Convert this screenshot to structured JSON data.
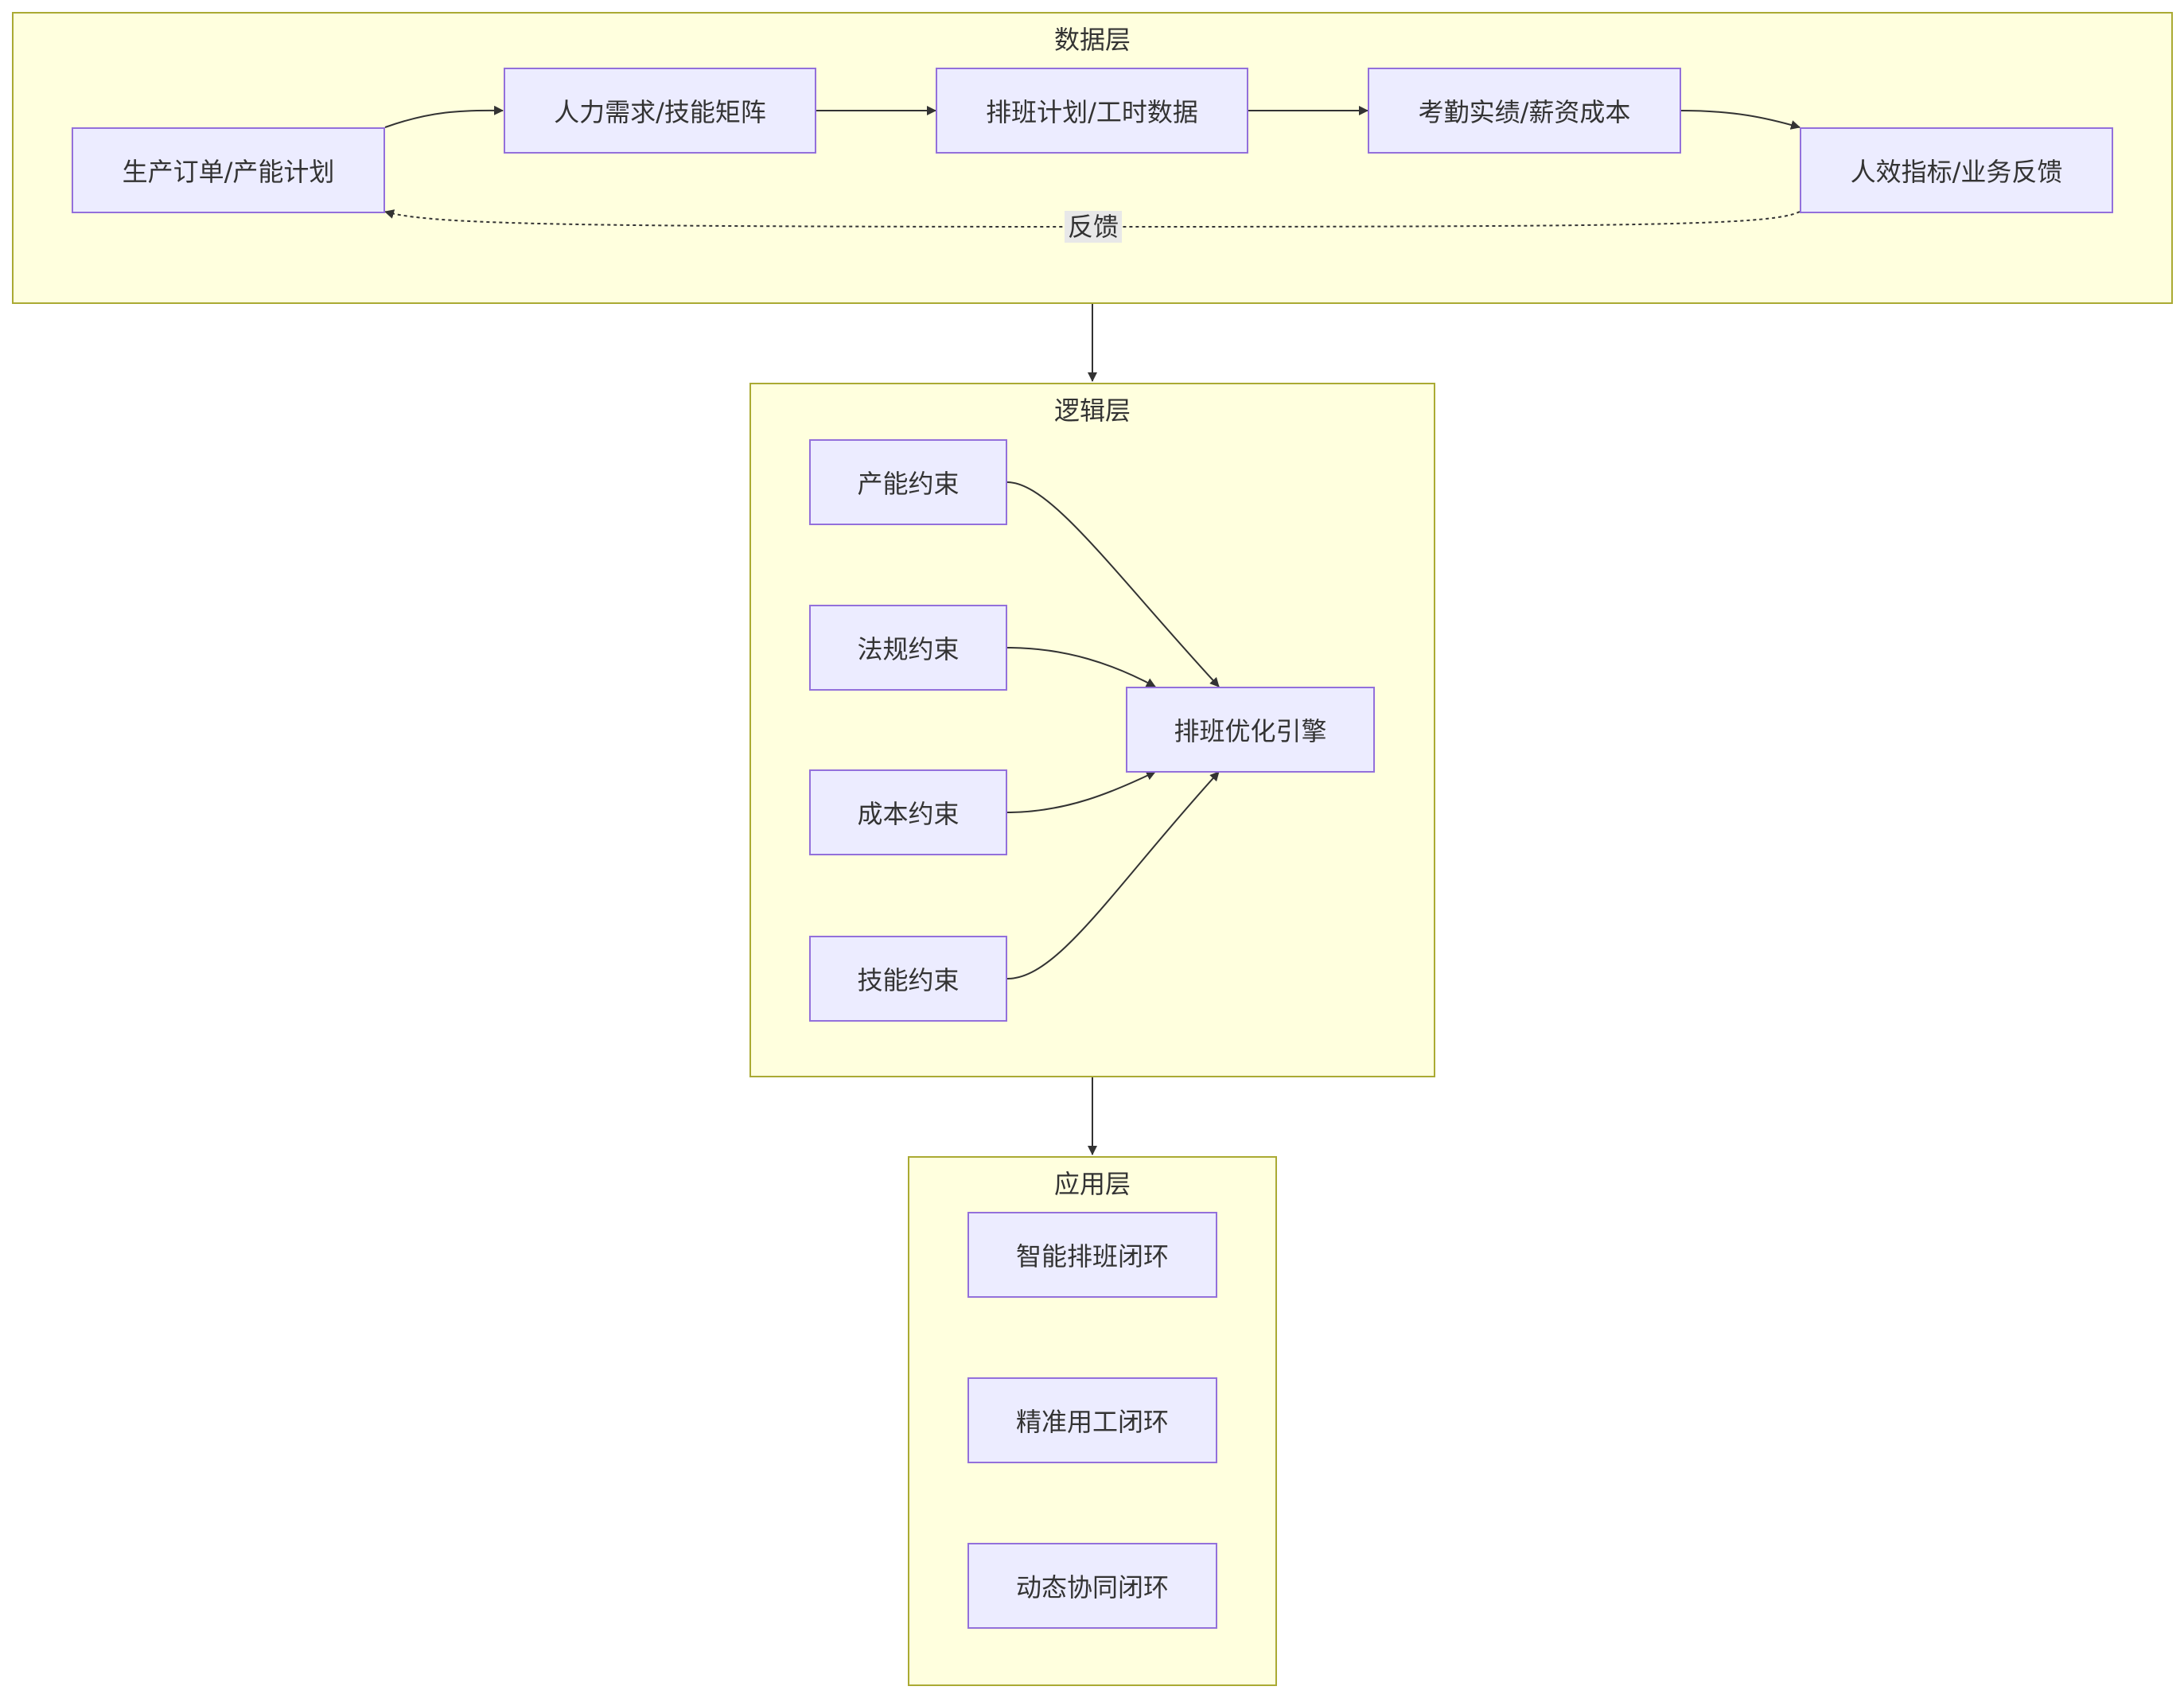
{
  "layers": {
    "data": {
      "title": "数据层",
      "nodes": [
        "生产订单/产能计划",
        "人力需求/技能矩阵",
        "排班计划/工时数据",
        "考勤实绩/薪资成本",
        "人效指标/业务反馈"
      ],
      "feedback_label": "反馈"
    },
    "logic": {
      "title": "逻辑层",
      "nodes": [
        "产能约束",
        "法规约束",
        "成本约束",
        "技能约束"
      ],
      "engine": "排班优化引擎"
    },
    "application": {
      "title": "应用层",
      "nodes": [
        "智能排班闭环",
        "精准用工闭环",
        "动态协同闭环"
      ]
    }
  },
  "colors": {
    "cluster_fill": "#ffffde",
    "cluster_border": "#aaaa33",
    "node_fill": "#ececff",
    "node_border": "#9370db",
    "edge": "#333333"
  }
}
